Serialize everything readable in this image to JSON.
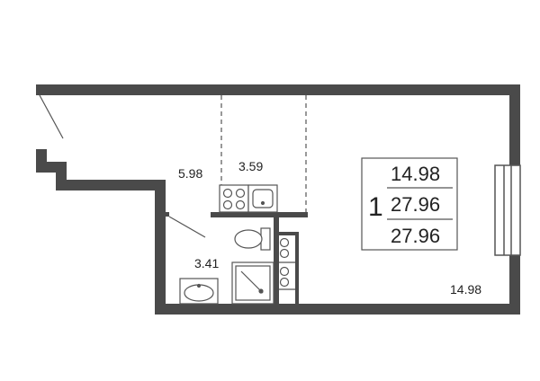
{
  "colors": {
    "wall": "#4a4a4a",
    "line": "#555555",
    "text": "#222222",
    "background": "#ffffff"
  },
  "rooms": {
    "hall": "5.98",
    "kitchen": "3.59",
    "bathroom": "3.41",
    "living": "14.98"
  },
  "legend": {
    "rooms_count": "1",
    "living_area": "14.98",
    "total_area": "27.96",
    "total_area_2": "27.96"
  }
}
